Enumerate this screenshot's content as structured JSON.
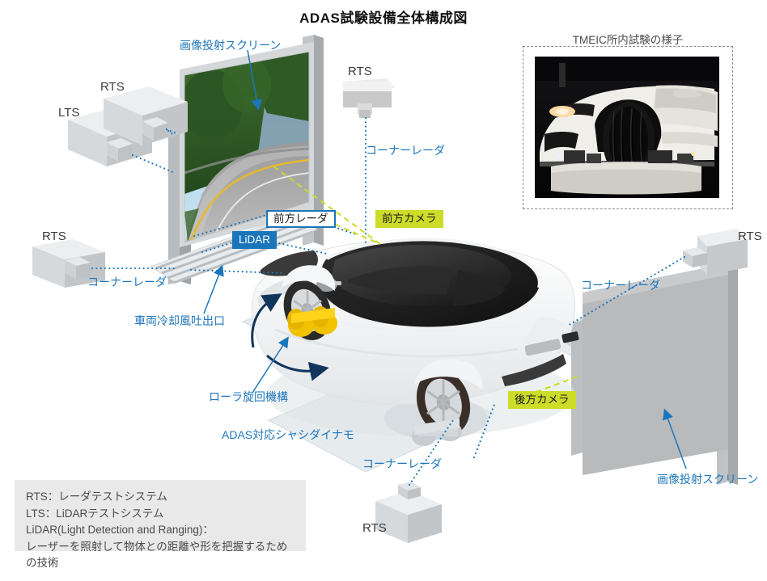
{
  "title": "ADAS試験設備全体構成図",
  "photo": {
    "caption": "TMEIC所内試験の様子",
    "alt": "white-car-on-chassis-dynamometer-photo"
  },
  "legend": {
    "lines": [
      "RTS：レーダテストシステム",
      "LTS：LiDARテストシステム",
      "LiDAR(Light Detection and Ranging)：",
      "レーザーを照射して物体との距離や形を把握するための技術"
    ]
  },
  "equipment_labels": {
    "lts": "LTS",
    "rts_upper_left": "RTS",
    "rts_top_center": "RTS",
    "rts_mid_left": "RTS",
    "rts_right": "RTS",
    "rts_bottom": "RTS"
  },
  "callouts": {
    "screen_top": "画像投射スクリーン",
    "screen_bottom": "画像投射スクリーン",
    "front_radar": "前方レーダ",
    "lidar": "LiDAR",
    "front_camera": "前方カメラ",
    "rear_camera": "後方カメラ",
    "corner_radar_top": "コーナーレーダ",
    "corner_radar_left": "コーナーレーダ",
    "corner_radar_right": "コーナーレーダ",
    "corner_radar_bottom": "コーナーレーダ",
    "cooling_outlet": "車両冷却風吐出口",
    "roller_swivel": "ローラ旋回機構",
    "chassis_dyno": "ADAS対応シャシダイナモ"
  },
  "colors": {
    "accent_blue": "#1b75bb",
    "label_blue": "#1d76bb",
    "lime": "#cddb29",
    "legend_bg": "#e9e9e9",
    "device_gray": "#dcdcdc",
    "screen_gray": "#b4b4b4",
    "roller_yellow": "#f2c200",
    "page_bg": "#ffffff"
  }
}
